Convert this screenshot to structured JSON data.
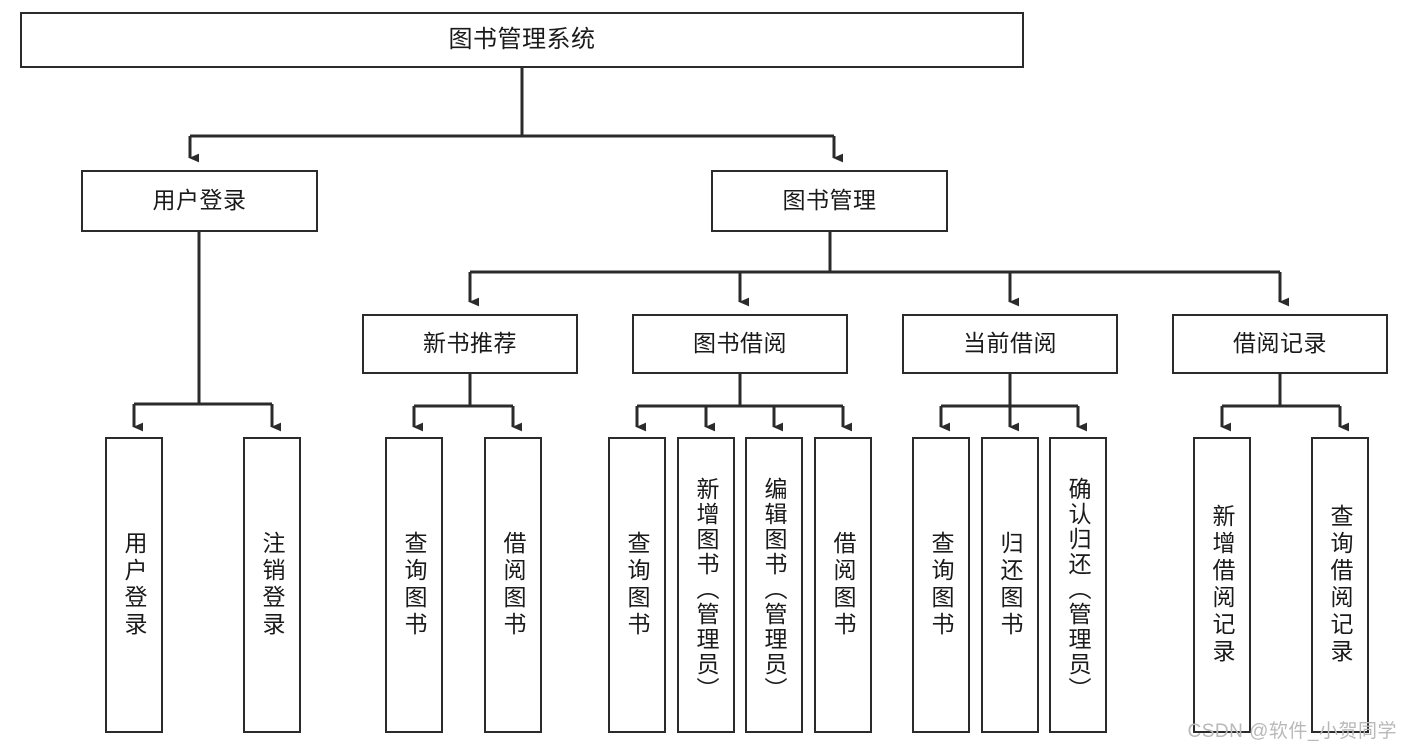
{
  "diagram": {
    "type": "tree-hierarchy",
    "title": "图书管理系统",
    "watermark": "CSDN @软件_小贺同学",
    "style": {
      "border_color": "#2b2b2b",
      "box_fill": "#ffffff",
      "text_color": "#1a1a1a",
      "edge_color": "#2b2b2b",
      "watermark_color": "#b9b9b9",
      "background": "#ffffff"
    },
    "nodes": {
      "root": {
        "label": "图书管理系统"
      },
      "level2": [
        {
          "id": "user-login",
          "label": "用户登录"
        },
        {
          "id": "book-manage",
          "label": "图书管理"
        }
      ],
      "level3": [
        {
          "id": "new-book-recommend",
          "label": "新书推荐"
        },
        {
          "id": "book-borrow",
          "label": "图书借阅"
        },
        {
          "id": "current-borrow",
          "label": "当前借阅"
        },
        {
          "id": "borrow-record",
          "label": "借阅记录"
        }
      ],
      "leaves": {
        "user-login": [
          {
            "id": "leaf-user-login",
            "label": "用户登录"
          },
          {
            "id": "leaf-logout-login",
            "label": "注销登录"
          }
        ],
        "new-book-recommend": [
          {
            "id": "leaf-query-book-1",
            "label": "查询图书"
          },
          {
            "id": "leaf-borrow-book-1",
            "label": "借阅图书"
          }
        ],
        "book-borrow": [
          {
            "id": "leaf-query-book-2",
            "label": "查询图书"
          },
          {
            "id": "leaf-add-book",
            "label": "新增图书（管理员）"
          },
          {
            "id": "leaf-edit-book",
            "label": "编辑图书（管理员）"
          },
          {
            "id": "leaf-borrow-book-2",
            "label": "借阅图书"
          }
        ],
        "current-borrow": [
          {
            "id": "leaf-query-book-3",
            "label": "查询图书"
          },
          {
            "id": "leaf-return-book",
            "label": "归还图书"
          },
          {
            "id": "leaf-confirm-return",
            "label": "确认归还（管理员）"
          }
        ],
        "borrow-record": [
          {
            "id": "leaf-add-record",
            "label": "新增借阅记录"
          },
          {
            "id": "leaf-query-record",
            "label": "查询借阅记录"
          }
        ]
      }
    }
  }
}
